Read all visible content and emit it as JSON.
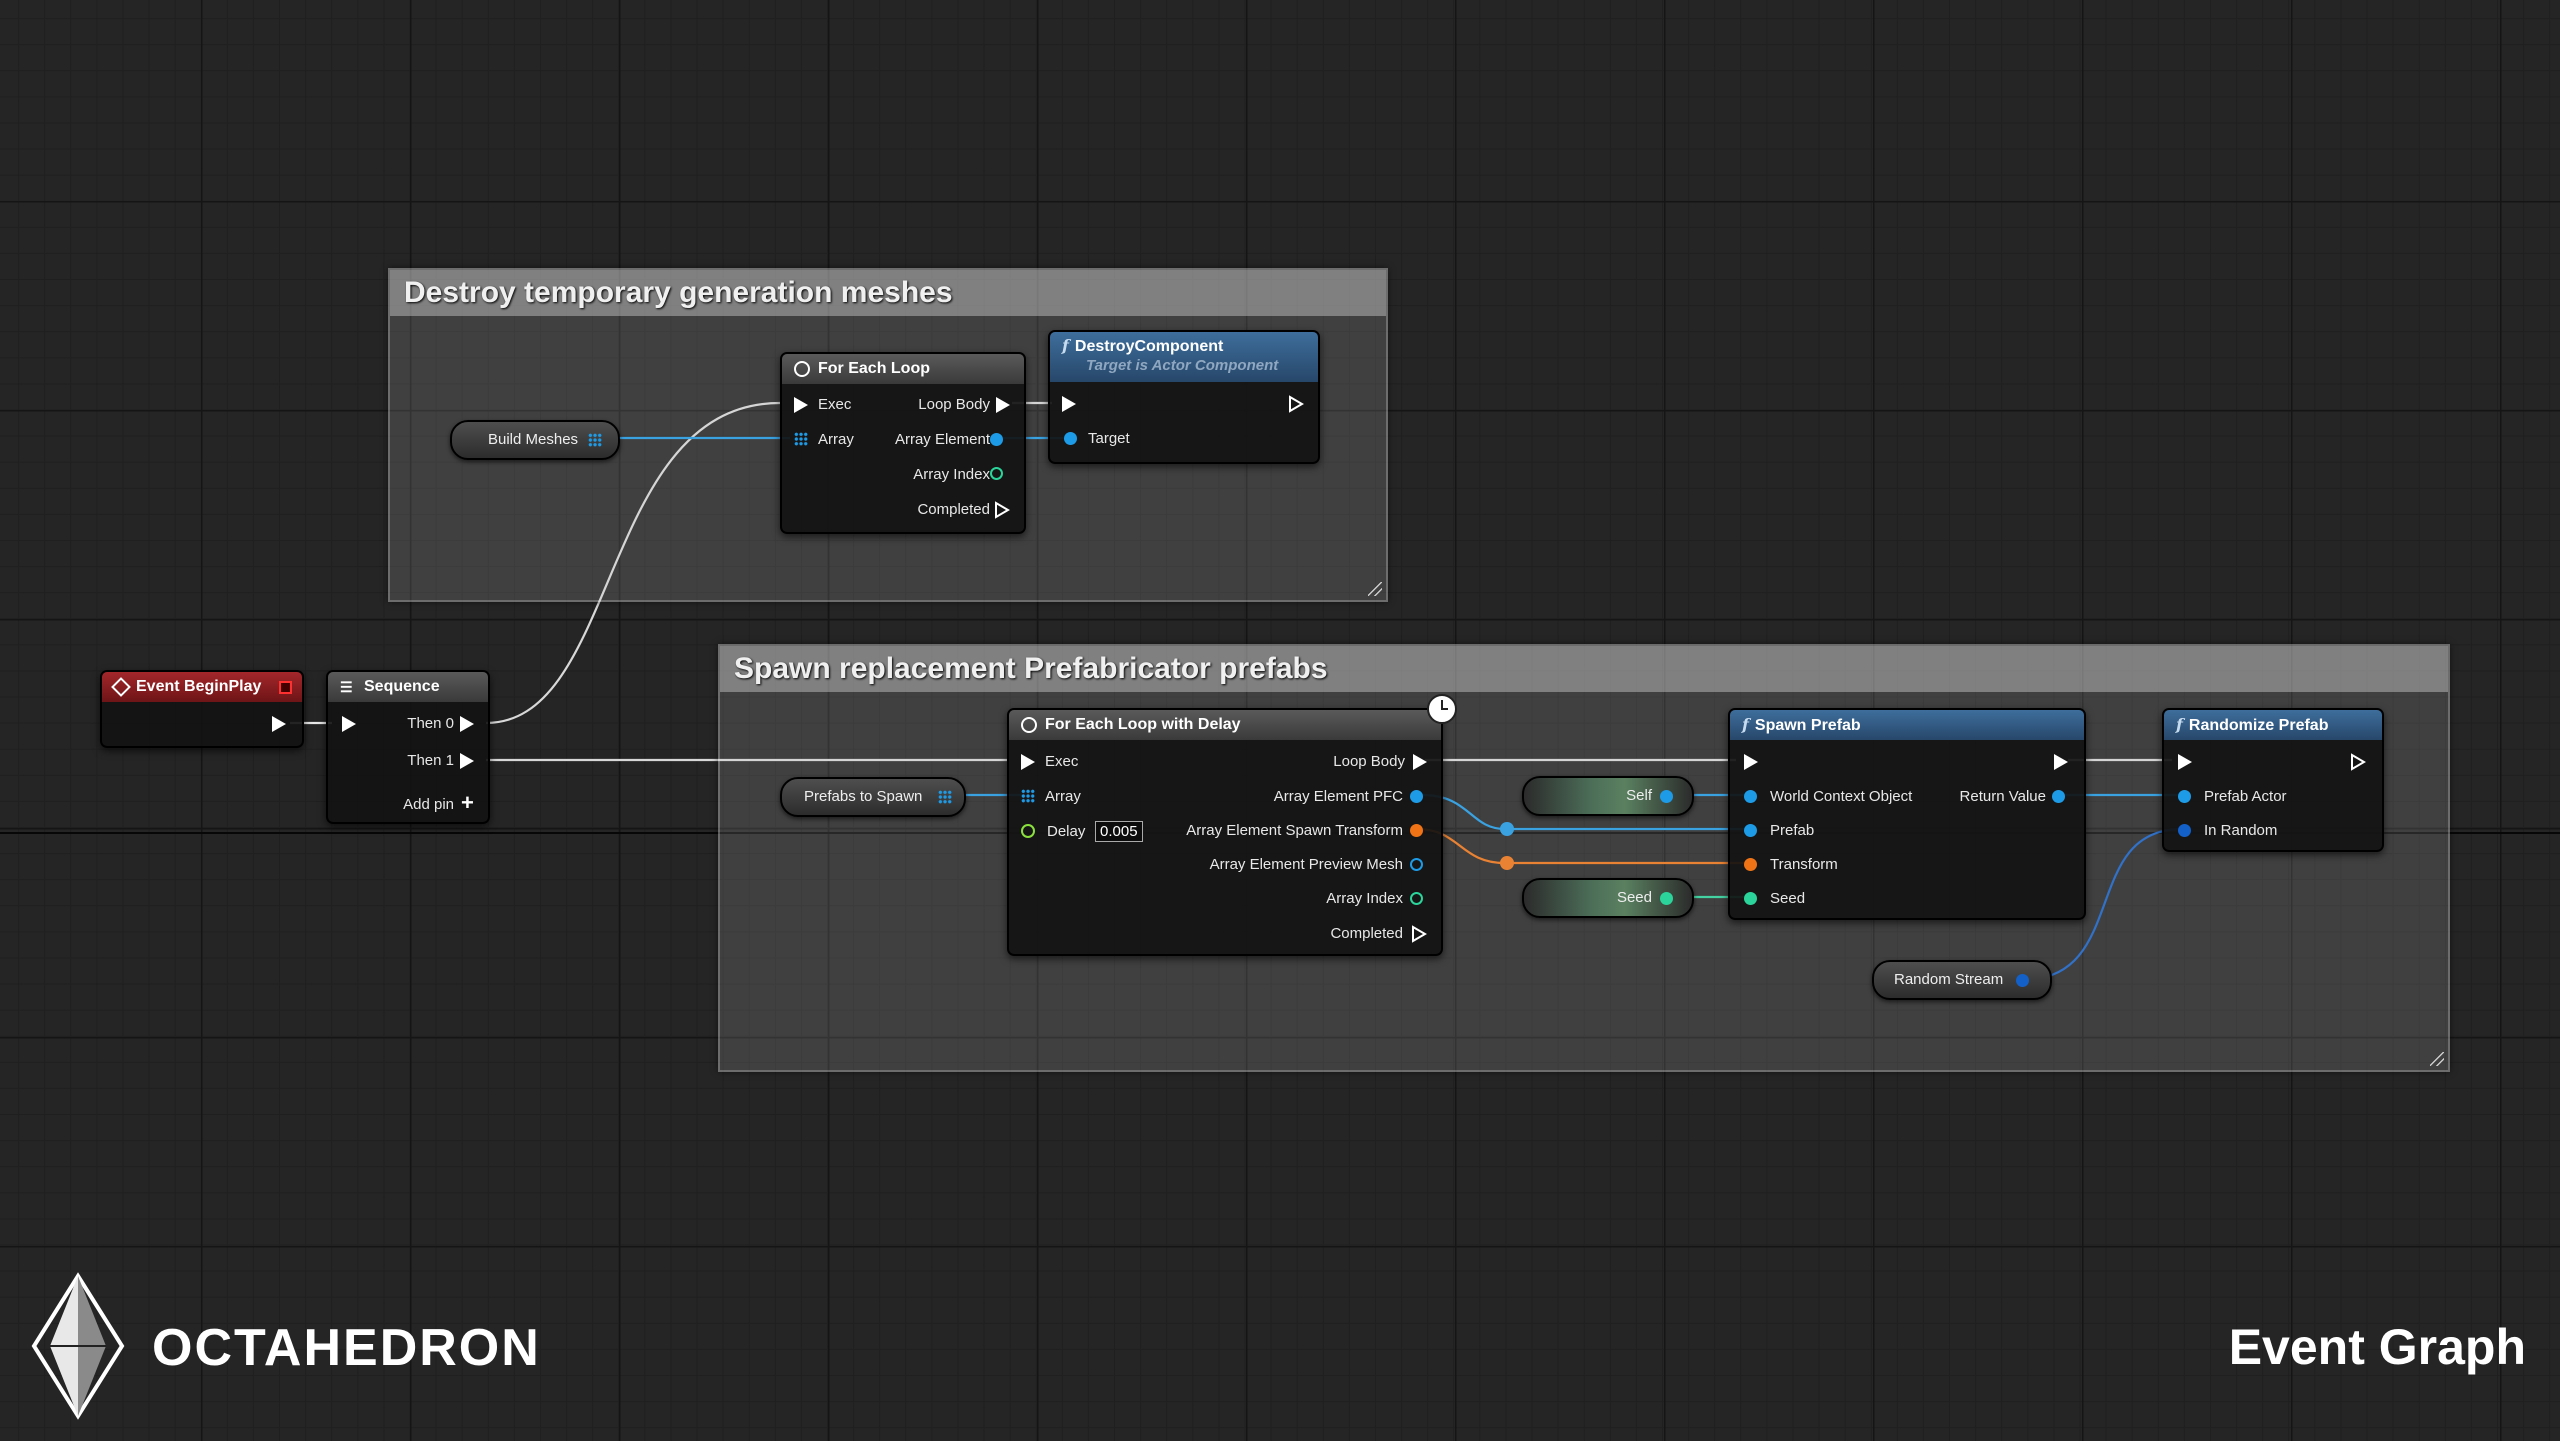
{
  "comments": {
    "destroy_title": "Destroy temporary generation meshes",
    "spawn_title": "Spawn replacement Prefabricator prefabs"
  },
  "nodes": {
    "event_begin_play": {
      "title": "Event BeginPlay"
    },
    "sequence": {
      "title": "Sequence",
      "then0": "Then 0",
      "then1": "Then 1",
      "add_pin": "Add pin"
    },
    "for_each_loop": {
      "title": "For Each Loop",
      "exec": "Exec",
      "array": "Array",
      "loop_body": "Loop Body",
      "array_element": "Array Element",
      "array_index": "Array Index",
      "completed": "Completed"
    },
    "destroy_component": {
      "title": "DestroyComponent",
      "subtitle": "Target is Actor Component",
      "target": "Target"
    },
    "for_each_loop_delay": {
      "title": "For Each Loop with Delay",
      "exec": "Exec",
      "array": "Array",
      "delay": "Delay",
      "delay_value": "0.005",
      "loop_body": "Loop Body",
      "array_element_pfc": "Array Element PFC",
      "array_element_spawn_transform": "Array Element Spawn Transform",
      "array_element_preview_mesh": "Array Element Preview Mesh",
      "array_index": "Array Index",
      "completed": "Completed"
    },
    "spawn_prefab": {
      "title": "Spawn Prefab",
      "world_context": "World Context Object",
      "prefab": "Prefab",
      "transform": "Transform",
      "seed": "Seed",
      "return_value": "Return Value"
    },
    "randomize_prefab": {
      "title": "Randomize Prefab",
      "prefab_actor": "Prefab Actor",
      "in_random": "In Random"
    }
  },
  "variables": {
    "build_meshes": "Build Meshes",
    "prefabs_to_spawn": "Prefabs to Spawn",
    "self": "Self",
    "seed": "Seed",
    "random_stream": "Random Stream"
  },
  "brand": {
    "name": "OCTAHEDRON"
  },
  "graph_label": "Event Graph",
  "colors": {
    "exec": "#ffffff",
    "object": "#1e9be6",
    "transform": "#f07415",
    "int": "#2ad49a",
    "float": "#8ae03d",
    "event_header": "#a3272b",
    "function_header": "#3e6e9c"
  }
}
